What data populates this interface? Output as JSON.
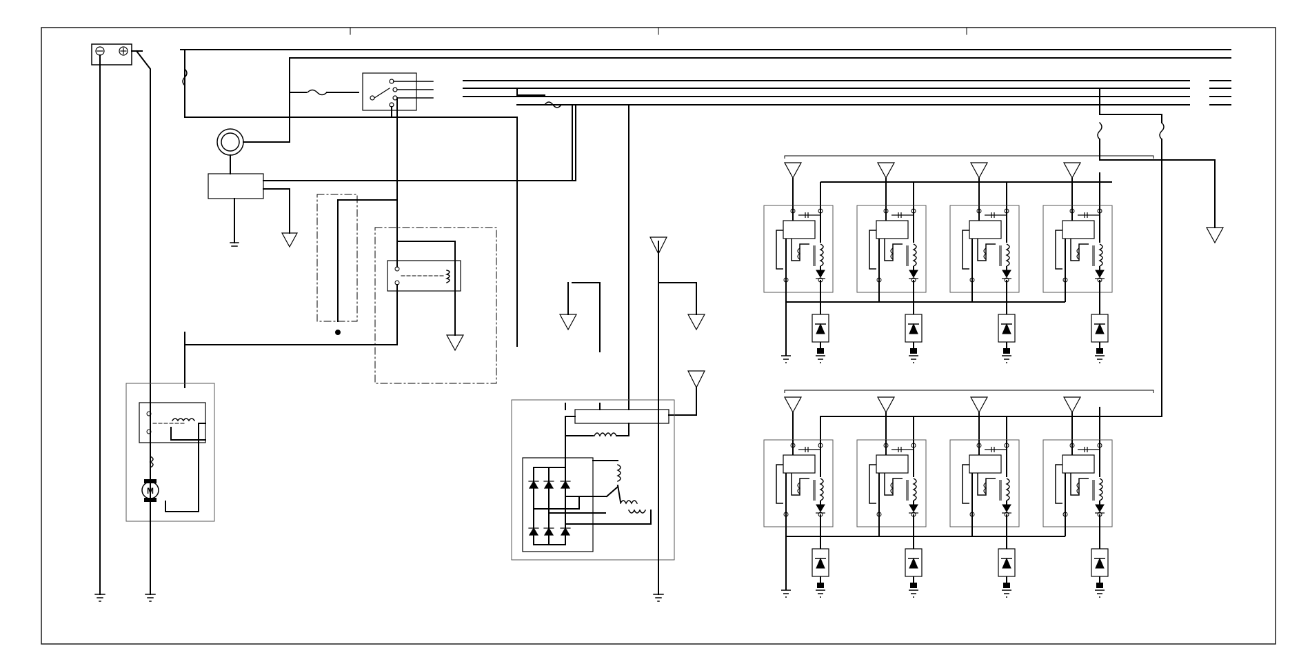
{
  "diagram": {
    "type": "electrical-wiring-schematic",
    "line_color": "#000000",
    "background": "#ffffff",
    "frame_color": "#1a1a1a",
    "subframe_color": "#555555"
  },
  "battery": {
    "negative_symbol": "⊖",
    "positive_symbol": "⊕"
  },
  "starter_motor": {
    "label": "M"
  },
  "components": {
    "ignition_switch": {
      "icon": "ignition-switch-icon"
    },
    "starter_relay": {
      "icon": "relay-icon"
    },
    "alternator": {
      "icon": "alternator-icon"
    },
    "injector_drivers_top": {
      "count": 4,
      "icon": "injector-driver-icon"
    },
    "injector_drivers_bottom": {
      "count": 4,
      "icon": "injector-driver-icon"
    }
  }
}
